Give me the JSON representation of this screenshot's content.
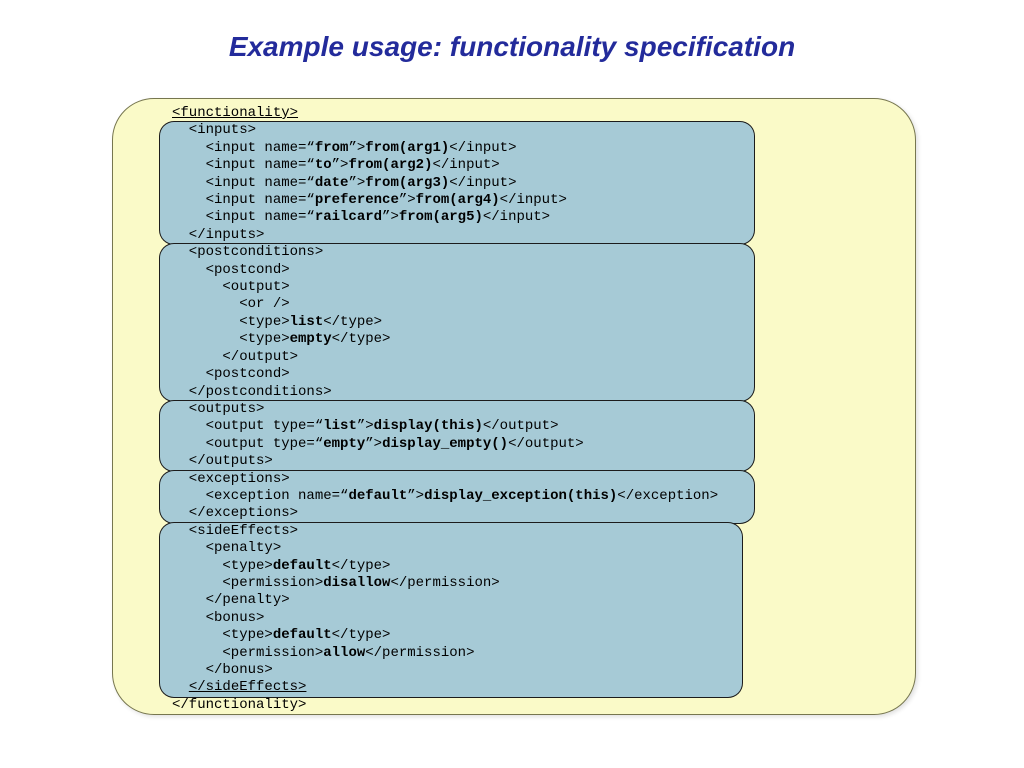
{
  "title": "Example usage: functionality specification",
  "colors": {
    "title": "#232b9b",
    "panel_bg": "#fafac8",
    "box_bg": "#a6cad6"
  },
  "code": {
    "sections": [
      {
        "boxed": false,
        "lines": [
          [
            {
              "t": "<functionality>",
              "u": true
            }
          ]
        ]
      },
      {
        "boxed": true,
        "lines": [
          [
            {
              "t": "  <inputs>"
            }
          ],
          [
            {
              "t": "    <input name=“"
            },
            {
              "t": "from",
              "b": true
            },
            {
              "t": "”>"
            },
            {
              "t": "from(arg1)",
              "b": true
            },
            {
              "t": "</input>"
            }
          ],
          [
            {
              "t": "    <input name=“"
            },
            {
              "t": "to",
              "b": true
            },
            {
              "t": "”>"
            },
            {
              "t": "from(arg2)",
              "b": true
            },
            {
              "t": "</input>"
            }
          ],
          [
            {
              "t": "    <input name=“"
            },
            {
              "t": "date",
              "b": true
            },
            {
              "t": "”>"
            },
            {
              "t": "from(arg3)",
              "b": true
            },
            {
              "t": "</input>"
            }
          ],
          [
            {
              "t": "    <input name=“"
            },
            {
              "t": "preference",
              "b": true
            },
            {
              "t": "”>"
            },
            {
              "t": "from(arg4)",
              "b": true
            },
            {
              "t": "</input>"
            }
          ],
          [
            {
              "t": "    <input name=“"
            },
            {
              "t": "railcard",
              "b": true
            },
            {
              "t": "”>"
            },
            {
              "t": "from(arg5)",
              "b": true
            },
            {
              "t": "</input>"
            }
          ],
          [
            {
              "t": "  </inputs>"
            }
          ]
        ]
      },
      {
        "boxed": true,
        "lines": [
          [
            {
              "t": "  <postconditions>"
            }
          ],
          [
            {
              "t": "    <postcond>"
            }
          ],
          [
            {
              "t": "      <output>"
            }
          ],
          [
            {
              "t": "        <or />"
            }
          ],
          [
            {
              "t": "        <type>"
            },
            {
              "t": "list",
              "b": true
            },
            {
              "t": "</type>"
            }
          ],
          [
            {
              "t": "        <type>"
            },
            {
              "t": "empty",
              "b": true
            },
            {
              "t": "</type>"
            }
          ],
          [
            {
              "t": "      </output>"
            }
          ],
          [
            {
              "t": "    <postcond>"
            }
          ],
          [
            {
              "t": "  </postconditions>"
            }
          ]
        ]
      },
      {
        "boxed": true,
        "lines": [
          [
            {
              "t": "  <outputs>"
            }
          ],
          [
            {
              "t": "    <output type=“"
            },
            {
              "t": "list",
              "b": true
            },
            {
              "t": "”>"
            },
            {
              "t": "display(this)",
              "b": true
            },
            {
              "t": "</output>"
            }
          ],
          [
            {
              "t": "    <output type=“"
            },
            {
              "t": "empty",
              "b": true
            },
            {
              "t": "”>"
            },
            {
              "t": "display_empty()",
              "b": true
            },
            {
              "t": "</output>"
            }
          ],
          [
            {
              "t": "  </outputs>"
            }
          ]
        ]
      },
      {
        "boxed": true,
        "lines": [
          [
            {
              "t": "  <exceptions>"
            }
          ],
          [
            {
              "t": "    <exception name=“"
            },
            {
              "t": "default",
              "b": true
            },
            {
              "t": "”>"
            },
            {
              "t": "display_exception(this)",
              "b": true
            },
            {
              "t": "</exception>"
            }
          ],
          [
            {
              "t": "  </exceptions>"
            }
          ]
        ]
      },
      {
        "boxed": true,
        "lines": [
          [
            {
              "t": "  <sideEffects>"
            }
          ],
          [
            {
              "t": "    <penalty>"
            }
          ],
          [
            {
              "t": "      <type>"
            },
            {
              "t": "default",
              "b": true
            },
            {
              "t": "</type>"
            }
          ],
          [
            {
              "t": "      <permission>"
            },
            {
              "t": "disallow",
              "b": true
            },
            {
              "t": "</permission>"
            }
          ],
          [
            {
              "t": "    </penalty>"
            }
          ],
          [
            {
              "t": "    <bonus>"
            }
          ],
          [
            {
              "t": "      <type>"
            },
            {
              "t": "default",
              "b": true
            },
            {
              "t": "</type>"
            }
          ],
          [
            {
              "t": "      <permission>"
            },
            {
              "t": "allow",
              "b": true
            },
            {
              "t": "</permission>"
            }
          ],
          [
            {
              "t": "    </bonus>"
            }
          ],
          [
            {
              "t": "  "
            },
            {
              "t": "</sideEffects>",
              "u": true
            }
          ]
        ]
      },
      {
        "boxed": false,
        "lines": [
          [
            {
              "t": "</functionality>"
            }
          ]
        ]
      }
    ]
  }
}
